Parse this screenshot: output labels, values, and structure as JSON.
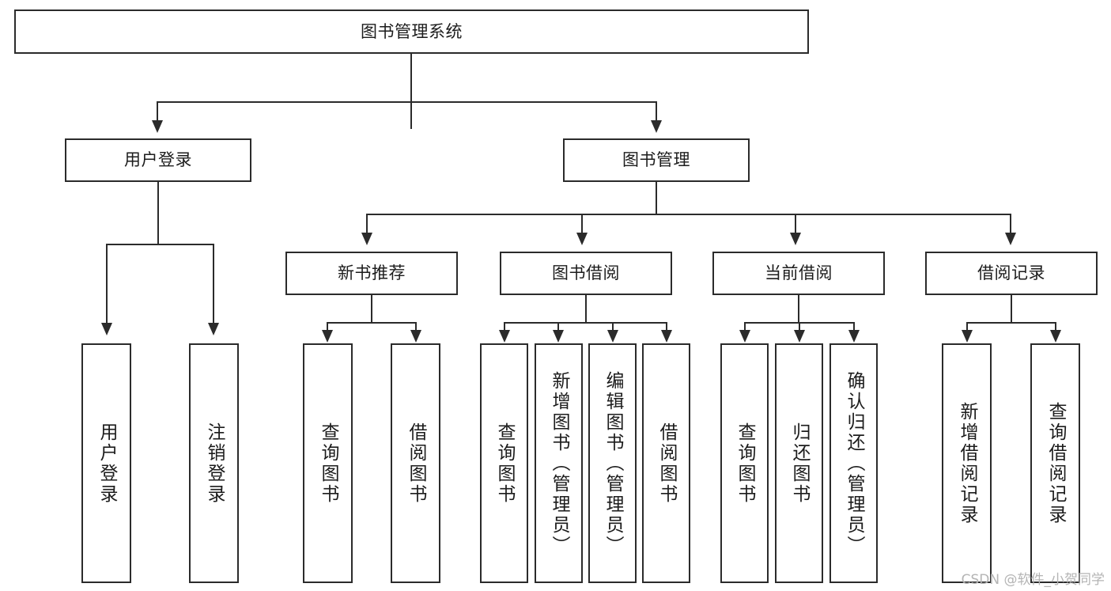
{
  "diagram": {
    "title": "图书管理系统",
    "type": "tree-hierarchy",
    "watermark": "CSDN @软件_小贺同学",
    "colors": {
      "stroke": "#2b2b2b",
      "fill": "#ffffff",
      "text": "#1c1c1c",
      "watermark": "#b4b4b4"
    }
  },
  "nodes": {
    "root": {
      "label": "图书管理系统"
    },
    "level2": [
      {
        "label": "用户登录"
      },
      {
        "label": "图书管理"
      }
    ],
    "level3": [
      {
        "label": "新书推荐"
      },
      {
        "label": "图书借阅"
      },
      {
        "label": "当前借阅"
      },
      {
        "label": "借阅记录"
      }
    ],
    "leaves": {
      "user_login": [
        {
          "label": "用户登录"
        },
        {
          "label": "注销登录"
        }
      ],
      "new_book": [
        {
          "label": "查询图书"
        },
        {
          "label": "借阅图书"
        }
      ],
      "borrow_book": [
        {
          "label": "查询图书"
        },
        {
          "label": "新增图书（管理员）"
        },
        {
          "label": "编辑图书（管理员）"
        },
        {
          "label": "借阅图书"
        }
      ],
      "current_borrow": [
        {
          "label": "查询图书"
        },
        {
          "label": "归还图书"
        },
        {
          "label": "确认归还（管理员）"
        }
      ],
      "borrow_record": [
        {
          "label": "新增借阅记录"
        },
        {
          "label": "查询借阅记录"
        }
      ]
    }
  },
  "edges": [
    {
      "from": "图书管理系统",
      "to": "用户登录"
    },
    {
      "from": "图书管理系统",
      "to": "图书管理"
    },
    {
      "from": "用户登录",
      "to": "用户登录"
    },
    {
      "from": "用户登录",
      "to": "注销登录"
    },
    {
      "from": "图书管理",
      "to": "新书推荐"
    },
    {
      "from": "图书管理",
      "to": "图书借阅"
    },
    {
      "from": "图书管理",
      "to": "当前借阅"
    },
    {
      "from": "图书管理",
      "to": "借阅记录"
    },
    {
      "from": "新书推荐",
      "to": "查询图书"
    },
    {
      "from": "新书推荐",
      "to": "借阅图书"
    },
    {
      "from": "图书借阅",
      "to": "查询图书"
    },
    {
      "from": "图书借阅",
      "to": "新增图书（管理员）"
    },
    {
      "from": "图书借阅",
      "to": "编辑图书（管理员）"
    },
    {
      "from": "图书借阅",
      "to": "借阅图书"
    },
    {
      "from": "当前借阅",
      "to": "查询图书"
    },
    {
      "from": "当前借阅",
      "to": "归还图书"
    },
    {
      "from": "当前借阅",
      "to": "确认归还（管理员）"
    },
    {
      "from": "借阅记录",
      "to": "新增借阅记录"
    },
    {
      "from": "借阅记录",
      "to": "查询借阅记录"
    }
  ]
}
